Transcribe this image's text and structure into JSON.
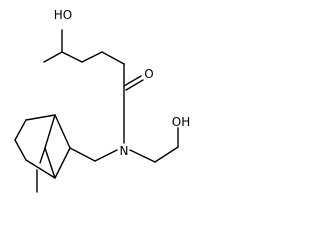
{
  "molecule": {
    "labels": {
      "hydroxyl_top": "HO",
      "carbonyl_oxygen": "O",
      "amide_nitrogen": "N",
      "hydroxyl_right": "OH"
    },
    "colors": {
      "bond": "#000000",
      "text": "#000000",
      "background": "#ffffff"
    }
  }
}
